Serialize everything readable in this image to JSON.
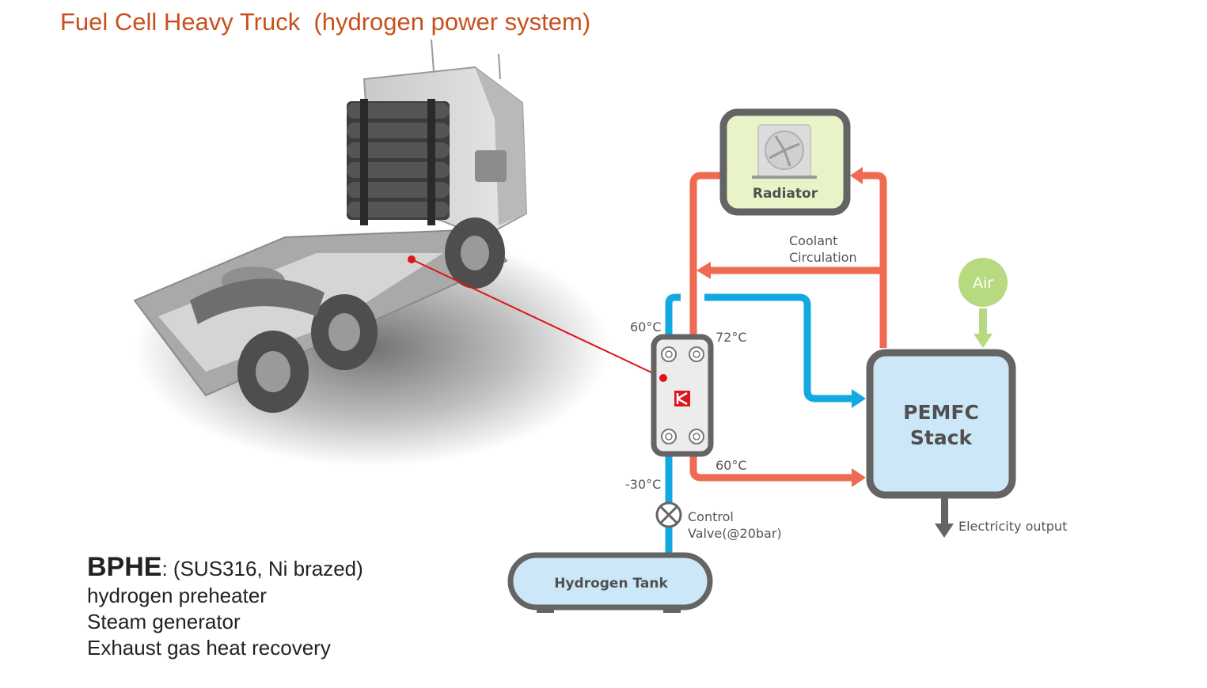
{
  "title": "Fuel Cell Heavy Truck  (hydrogen power system)",
  "diagram": {
    "radiator": "Radiator",
    "coolant_line1": "Coolant",
    "coolant_line2": "Circulation",
    "air": "Air",
    "stack_line1": "PEMFC",
    "stack_line2": "Stack",
    "tank": "Hydrogen Tank",
    "valve_line1": "Control",
    "valve_line2": "Valve(@20bar)",
    "electricity": "Electricity output",
    "temps": {
      "bphe_top_left": "60°C",
      "bphe_top_right": "72°C",
      "bphe_bottom_right": "60°C",
      "bphe_bottom_left": "-30°C"
    },
    "colors": {
      "hot": "#ee6a50",
      "cold": "#12a8e2",
      "air": "#b7d97f",
      "box_outline": "#646464"
    }
  },
  "bphe": {
    "name": "BPHE",
    "spec": ": (SUS316, Ni brazed)",
    "uses": [
      "hydrogen preheater",
      "Steam generator",
      "Exhaust gas heat recovery"
    ]
  }
}
